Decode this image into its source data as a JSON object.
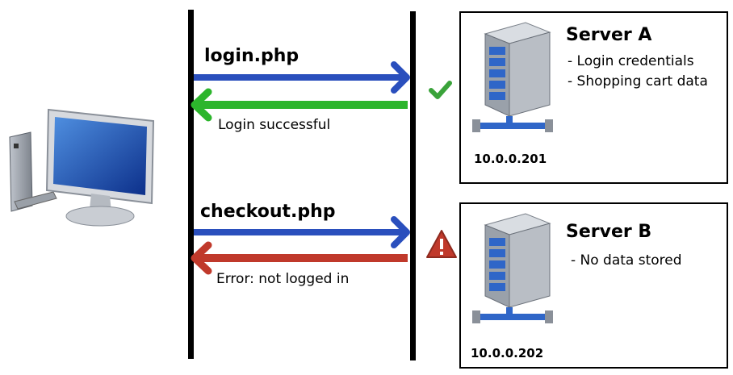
{
  "requests": [
    {
      "label": "login.php",
      "color": "#2a4fbd"
    },
    {
      "label": "checkout.php",
      "color": "#2a4fbd"
    }
  ],
  "responses": [
    {
      "label": "Login successful",
      "color": "#2cb52c"
    },
    {
      "label": "Error: not logged in",
      "color": "#c0392b"
    }
  ],
  "servers": [
    {
      "name": "Server A",
      "lines": [
        "- Login credentials",
        "- Shopping cart data"
      ],
      "ip": "10.0.0.201"
    },
    {
      "name": "Server B",
      "lines": [
        "- No data stored"
      ],
      "ip": "10.0.0.202"
    }
  ],
  "colors": {
    "success": "#3aa33a",
    "warning": "#c0392b"
  },
  "icons": [
    "computer-icon",
    "check-icon",
    "warning-icon",
    "server-icon"
  ]
}
